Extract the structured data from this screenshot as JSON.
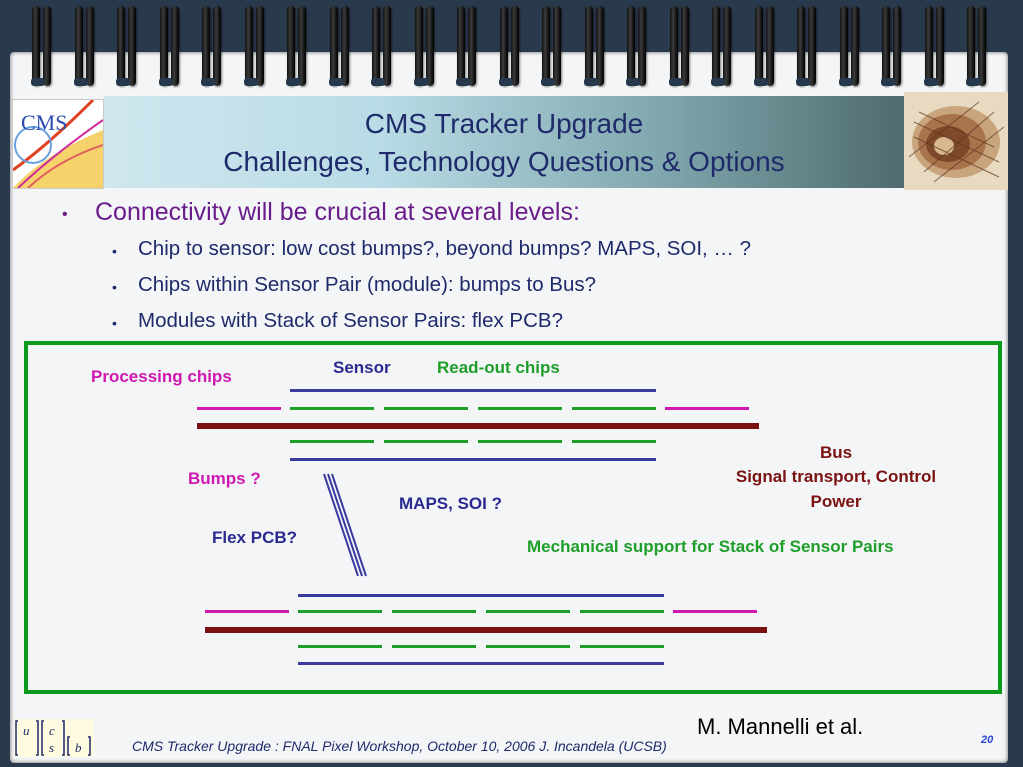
{
  "title": {
    "line1": "CMS Tracker Upgrade",
    "line2": "Challenges, Technology Questions & Options"
  },
  "bullets": {
    "main": "Connectivity will be crucial at several levels:",
    "sub": [
      "Chip to sensor: low cost bumps?, beyond bumps? MAPS, SOI, … ?",
      "Chips within Sensor Pair (module): bumps to Bus?",
      "Modules with Stack of Sensor Pairs: flex PCB?"
    ],
    "marker": "•"
  },
  "diagram": {
    "sensor": "Sensor",
    "readout_chips": "Read-out chips",
    "processing_chips": "Processing chips",
    "bumps": "Bumps ?",
    "maps_soi": "MAPS, SOI ?",
    "flex_pcb": "Flex PCB?",
    "bus_title": "Bus",
    "bus_line2": "Signal transport, Control",
    "bus_line3": "Power",
    "mechanical": "Mechanical support for Stack of Sensor Pairs"
  },
  "logos": {
    "cms": "CMS",
    "csb_letters": [
      "u",
      "c",
      "s",
      "b"
    ]
  },
  "footer": {
    "author": "M. Mannelli et al.",
    "text": "CMS Tracker Upgrade : FNAL Pixel Workshop, October 10, 2006   J. Incandela (UCSB)",
    "page": "20"
  },
  "colors": {
    "sensor_line": "#3a3aa0",
    "readout_line": "#1f9e2a",
    "processing_line": "#d018b0",
    "bus_line": "#7b1212",
    "box_border": "#0b9a1c",
    "title_color": "#1f2a6b",
    "main_bullet": "#6a1d8a"
  }
}
